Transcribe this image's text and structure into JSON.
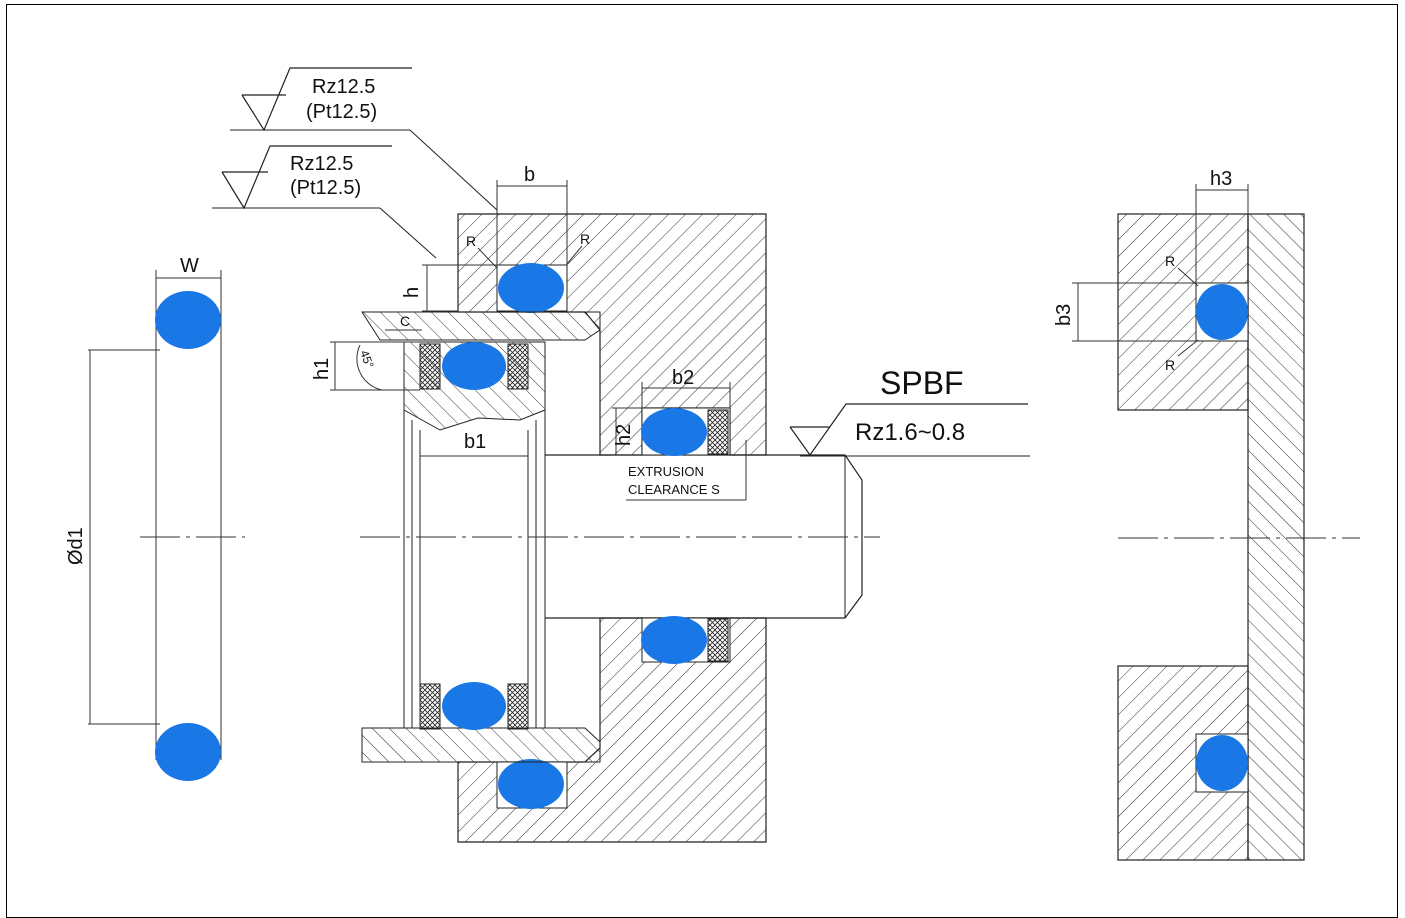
{
  "labels": {
    "finish1_line1": "Rz12.5",
    "finish1_line2": "(Pt12.5)",
    "finish2_line1": "Rz12.5",
    "finish2_line2": "(Pt12.5)",
    "finish3": "Rz1.6~0.8",
    "title": "SPBF",
    "w": "W",
    "d1": "Ød1",
    "b": "b",
    "h": "h",
    "c": "C",
    "h1": "h1",
    "angle": "45°",
    "b1": "b1",
    "b2": "b2",
    "h2": "h2",
    "b3": "b3",
    "h3": "h3",
    "r": "R",
    "extrusion_line1": "EXTRUSION",
    "extrusion_line2": "CLEARANCE S"
  },
  "colors": {
    "seal": "#1a78e6",
    "line": "#222222"
  }
}
